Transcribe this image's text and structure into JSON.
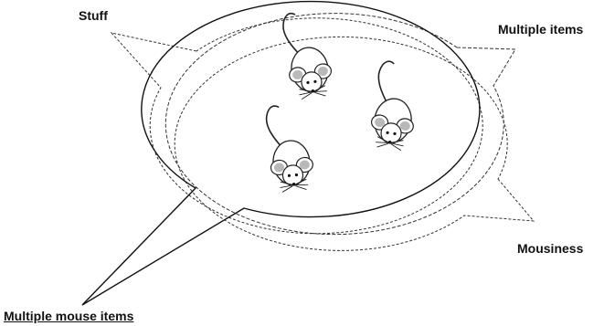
{
  "labels": {
    "stuff": "Stuff",
    "multiple_items": "Multiple items",
    "mousiness": "Mousiness",
    "multiple_mouse_items": "Multiple mouse items"
  },
  "figure": {
    "mouse_count": 3,
    "line_color": "#222222",
    "ear_inner_color": "#b9b9b9"
  }
}
